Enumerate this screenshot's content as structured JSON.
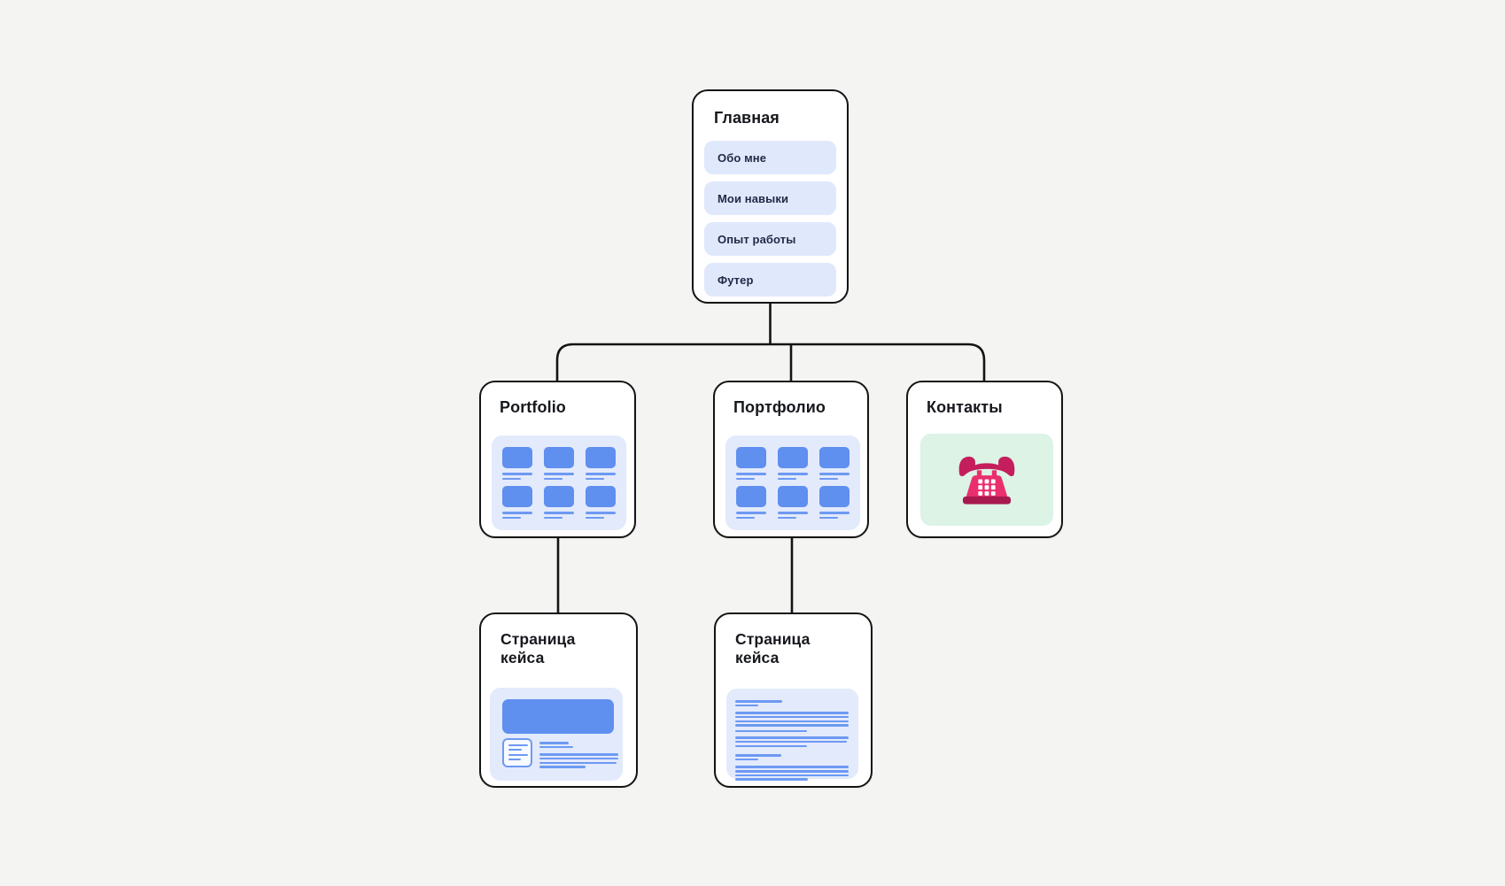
{
  "app": {
    "type": "sitemap-diagram",
    "language": "ru"
  },
  "palette": {
    "background": "#f4f4f2",
    "card_bg": "#ffffff",
    "card_border": "#141414",
    "connector_line": "#141414",
    "panel_blue": "#e3eafc",
    "panel_green": "#dcf3e6",
    "accent_blue": "#5f8fef",
    "wireframe_line_blue": "#6d99f2",
    "nav_item_bg": "#e0e8fc",
    "nav_item_text": "#1e2a44",
    "title_text": "#16181d",
    "phone_pink": "#ea2f6e",
    "phone_pink_dark": "#c41e5c",
    "phone_pink_deep": "#a81a4d"
  },
  "nodes": {
    "home": {
      "title": "Главная",
      "items": [
        "Обо мне",
        "Мои навыки",
        "Опыт работы",
        "Футер"
      ]
    },
    "portfolio_en": {
      "title": "Portfolio",
      "content": "thumbnail-grid"
    },
    "portfolio_ru": {
      "title": "Портфолио",
      "content": "thumbnail-grid"
    },
    "contacts": {
      "title": "Контакты",
      "content": "telephone-icon"
    },
    "case_page_left": {
      "title": "Страница кейса",
      "content": "banner-and-article-wireframe"
    },
    "case_page_right": {
      "title": "Страница кейса",
      "content": "text-wireframe"
    }
  },
  "edges": [
    {
      "from": "home",
      "to": "portfolio_en"
    },
    {
      "from": "home",
      "to": "portfolio_ru"
    },
    {
      "from": "home",
      "to": "contacts"
    },
    {
      "from": "portfolio_en",
      "to": "case_page_left"
    },
    {
      "from": "portfolio_ru",
      "to": "case_page_right"
    }
  ]
}
